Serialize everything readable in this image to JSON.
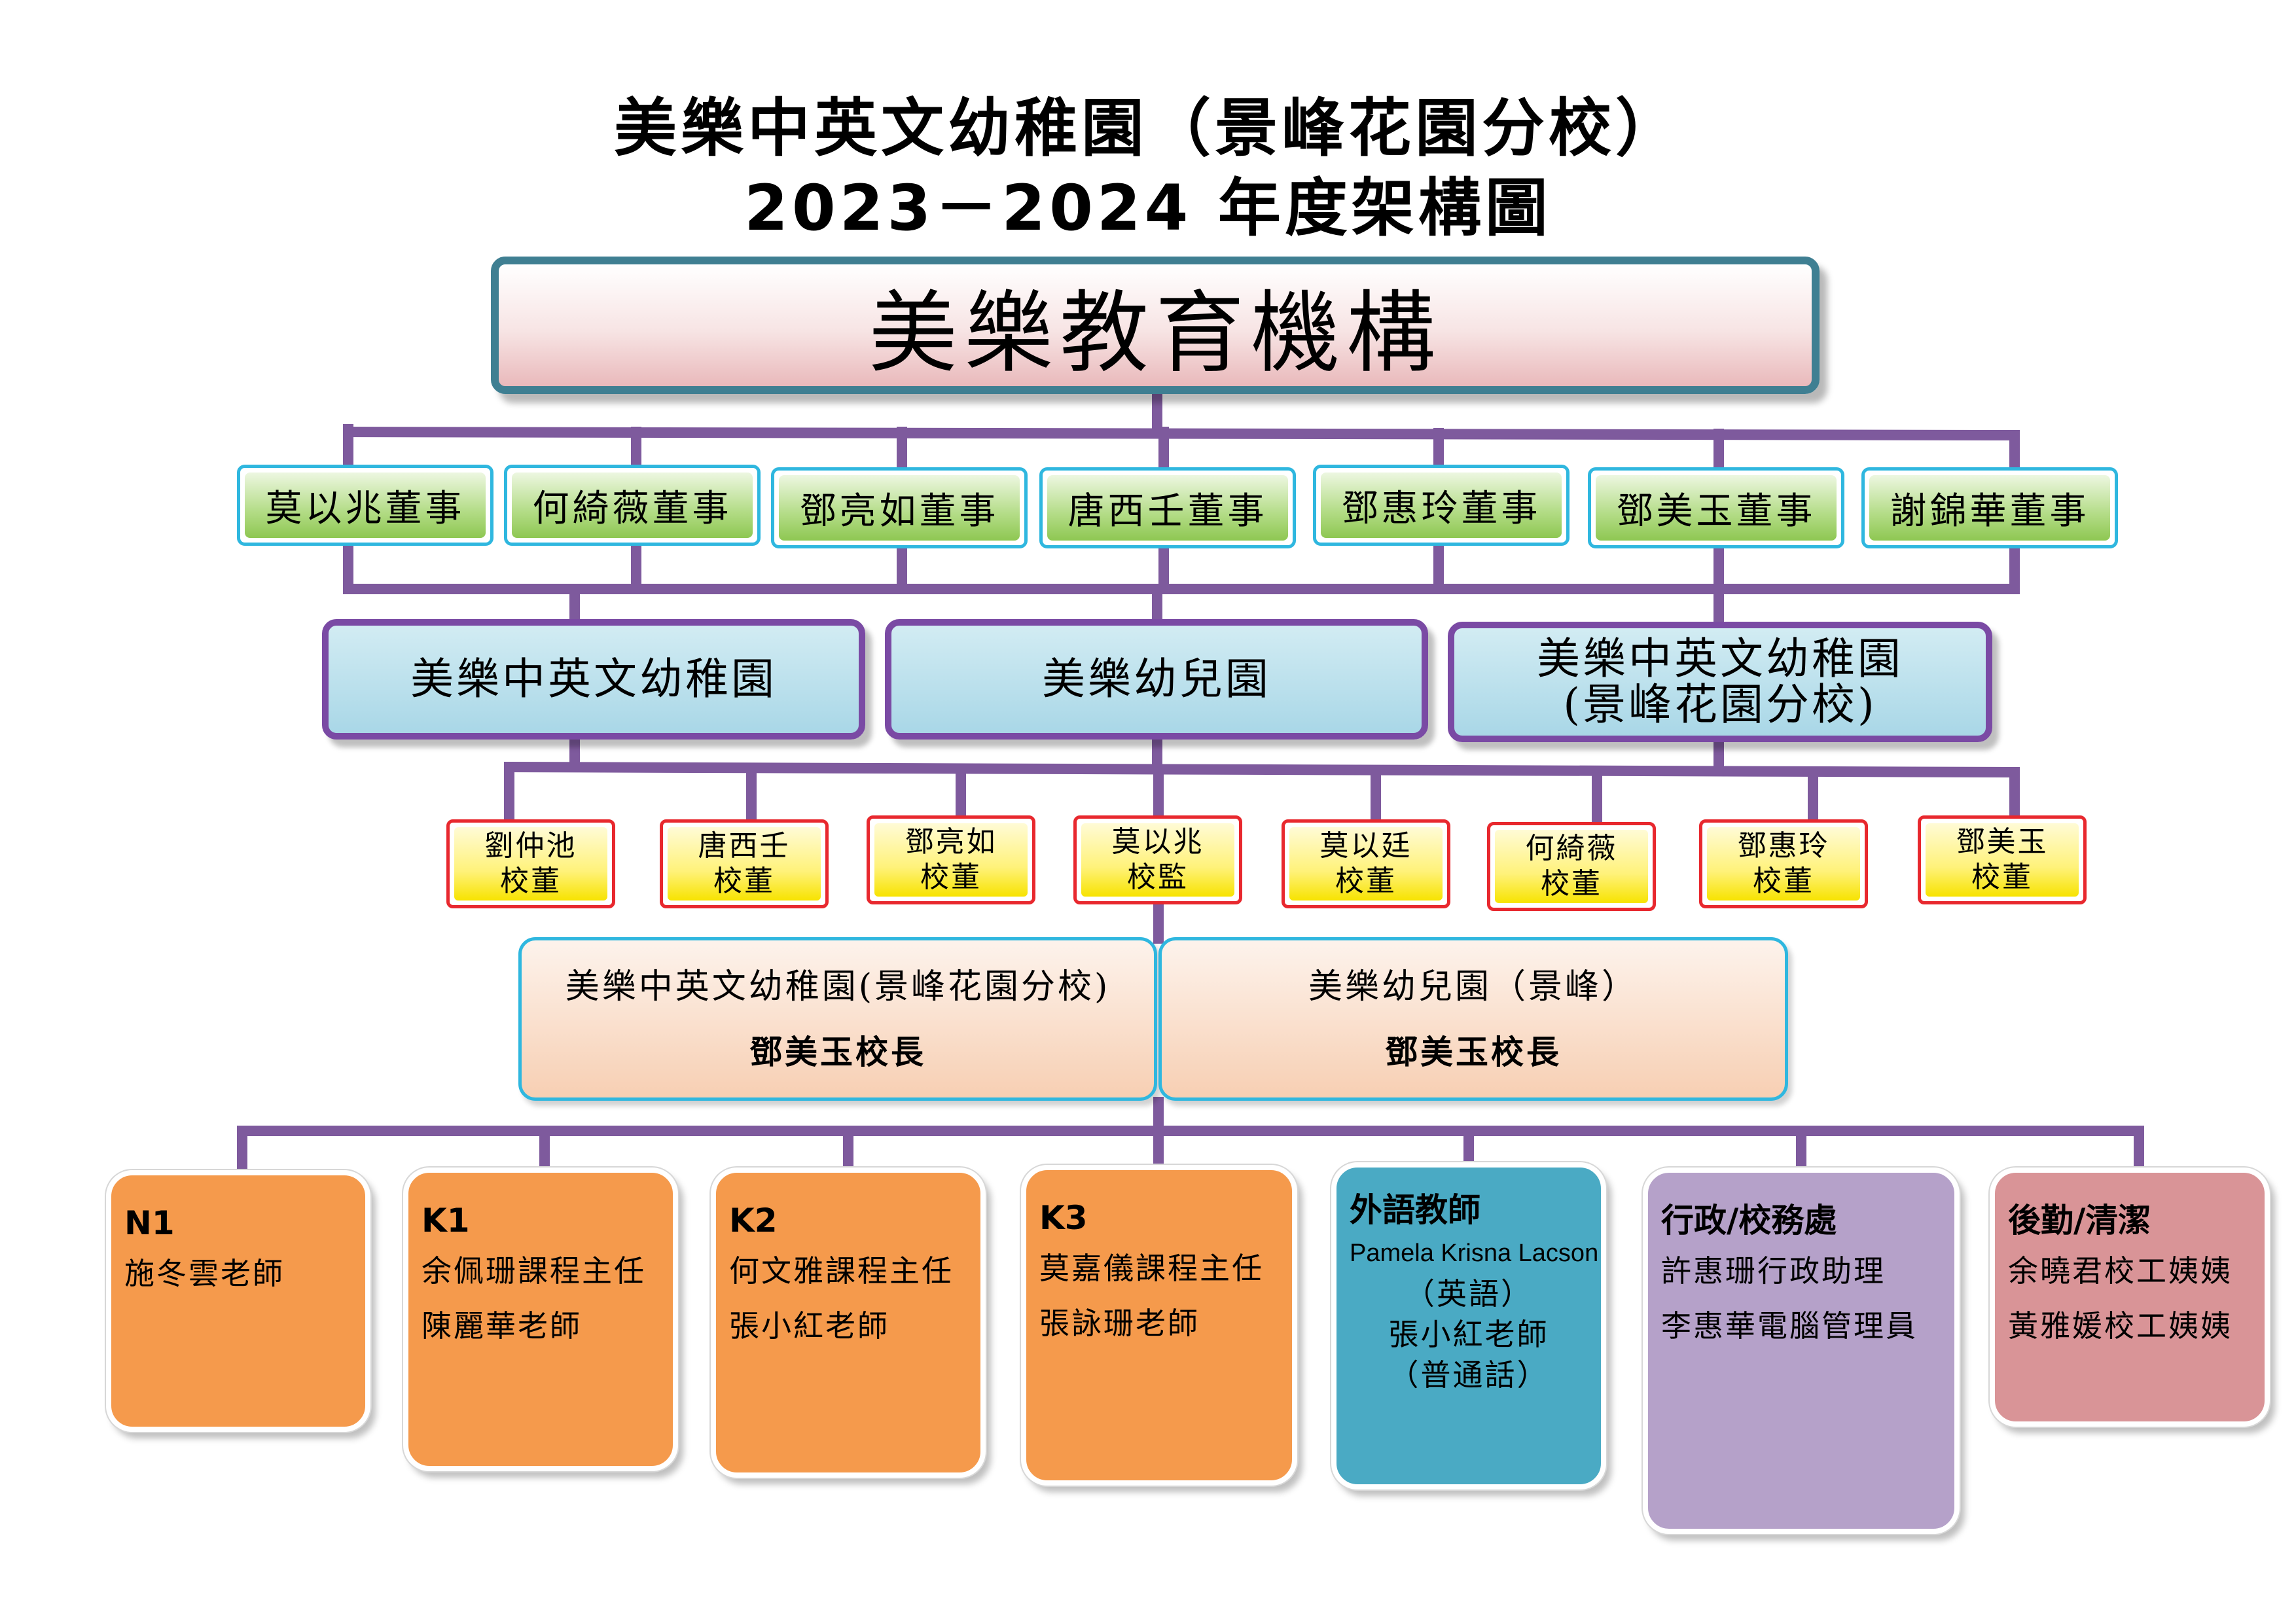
{
  "title": {
    "line1": "美樂中英文幼稚園（景峰花園分校）",
    "line2": "2023－2024 年度架構圖"
  },
  "root": {
    "label": "美樂教育機構"
  },
  "directors": [
    "莫以兆董事",
    "何綺薇董事",
    "鄧亮如董事",
    "唐西壬董事",
    "鄧惠玲董事",
    "鄧美玉董事",
    "謝錦華董事"
  ],
  "schools": [
    {
      "line1": "美樂中英文幼稚園",
      "line2": ""
    },
    {
      "line1": "美樂幼兒園",
      "line2": ""
    },
    {
      "line1": "美樂中英文幼稚園",
      "line2": "(景峰花園分校)"
    }
  ],
  "school_board": [
    {
      "name": "劉仲池",
      "role": "校董"
    },
    {
      "name": "唐西壬",
      "role": "校董"
    },
    {
      "name": "鄧亮如",
      "role": "校董"
    },
    {
      "name": "莫以兆",
      "role": "校監"
    },
    {
      "name": "莫以廷",
      "role": "校董"
    },
    {
      "name": "何綺薇",
      "role": "校董"
    },
    {
      "name": "鄧惠玲",
      "role": "校董"
    },
    {
      "name": "鄧美玉",
      "role": "校董"
    }
  ],
  "principals": [
    {
      "school": "美樂中英文幼稚園(景峰花園分校)",
      "principal": "鄧美玉校長"
    },
    {
      "school": "美樂幼兒園（景峰）",
      "principal": "鄧美玉校長"
    }
  ],
  "departments": [
    {
      "head": "N1",
      "lines": [
        "施冬雲老師"
      ],
      "color": "#f59a4c"
    },
    {
      "head": "K1",
      "lines": [
        "余佩珊課程主任",
        "陳麗華老師"
      ],
      "color": "#f59a4c"
    },
    {
      "head": "K2",
      "lines": [
        "何文雅課程主任",
        "張小紅老師"
      ],
      "color": "#f59a4c"
    },
    {
      "head": "K3",
      "lines": [
        "莫嘉儀課程主任",
        "張詠珊老師"
      ],
      "color": "#f59a4c"
    },
    {
      "head": "外語教師",
      "lines": [
        "Pamela Krisna Lacson",
        "（英語）",
        "張小紅老師",
        "（普通話）"
      ],
      "color": "#4aaac4"
    },
    {
      "head": "行政/校務處",
      "lines": [
        "許惠珊行政助理",
        "李惠華電腦管理員"
      ],
      "color": "#b5a1c9"
    },
    {
      "head": "後勤/清潔",
      "lines": [
        "余曉君校工姨姨",
        "黃雅媛校工姨姨"
      ],
      "color": "#d99497"
    }
  ],
  "colors": {
    "connector": "#7e5a9d",
    "root_border": "#3f7f92",
    "director_border": "#2fb7df",
    "school_border": "#7a4aa4",
    "school_board_border": "#e8282e"
  }
}
